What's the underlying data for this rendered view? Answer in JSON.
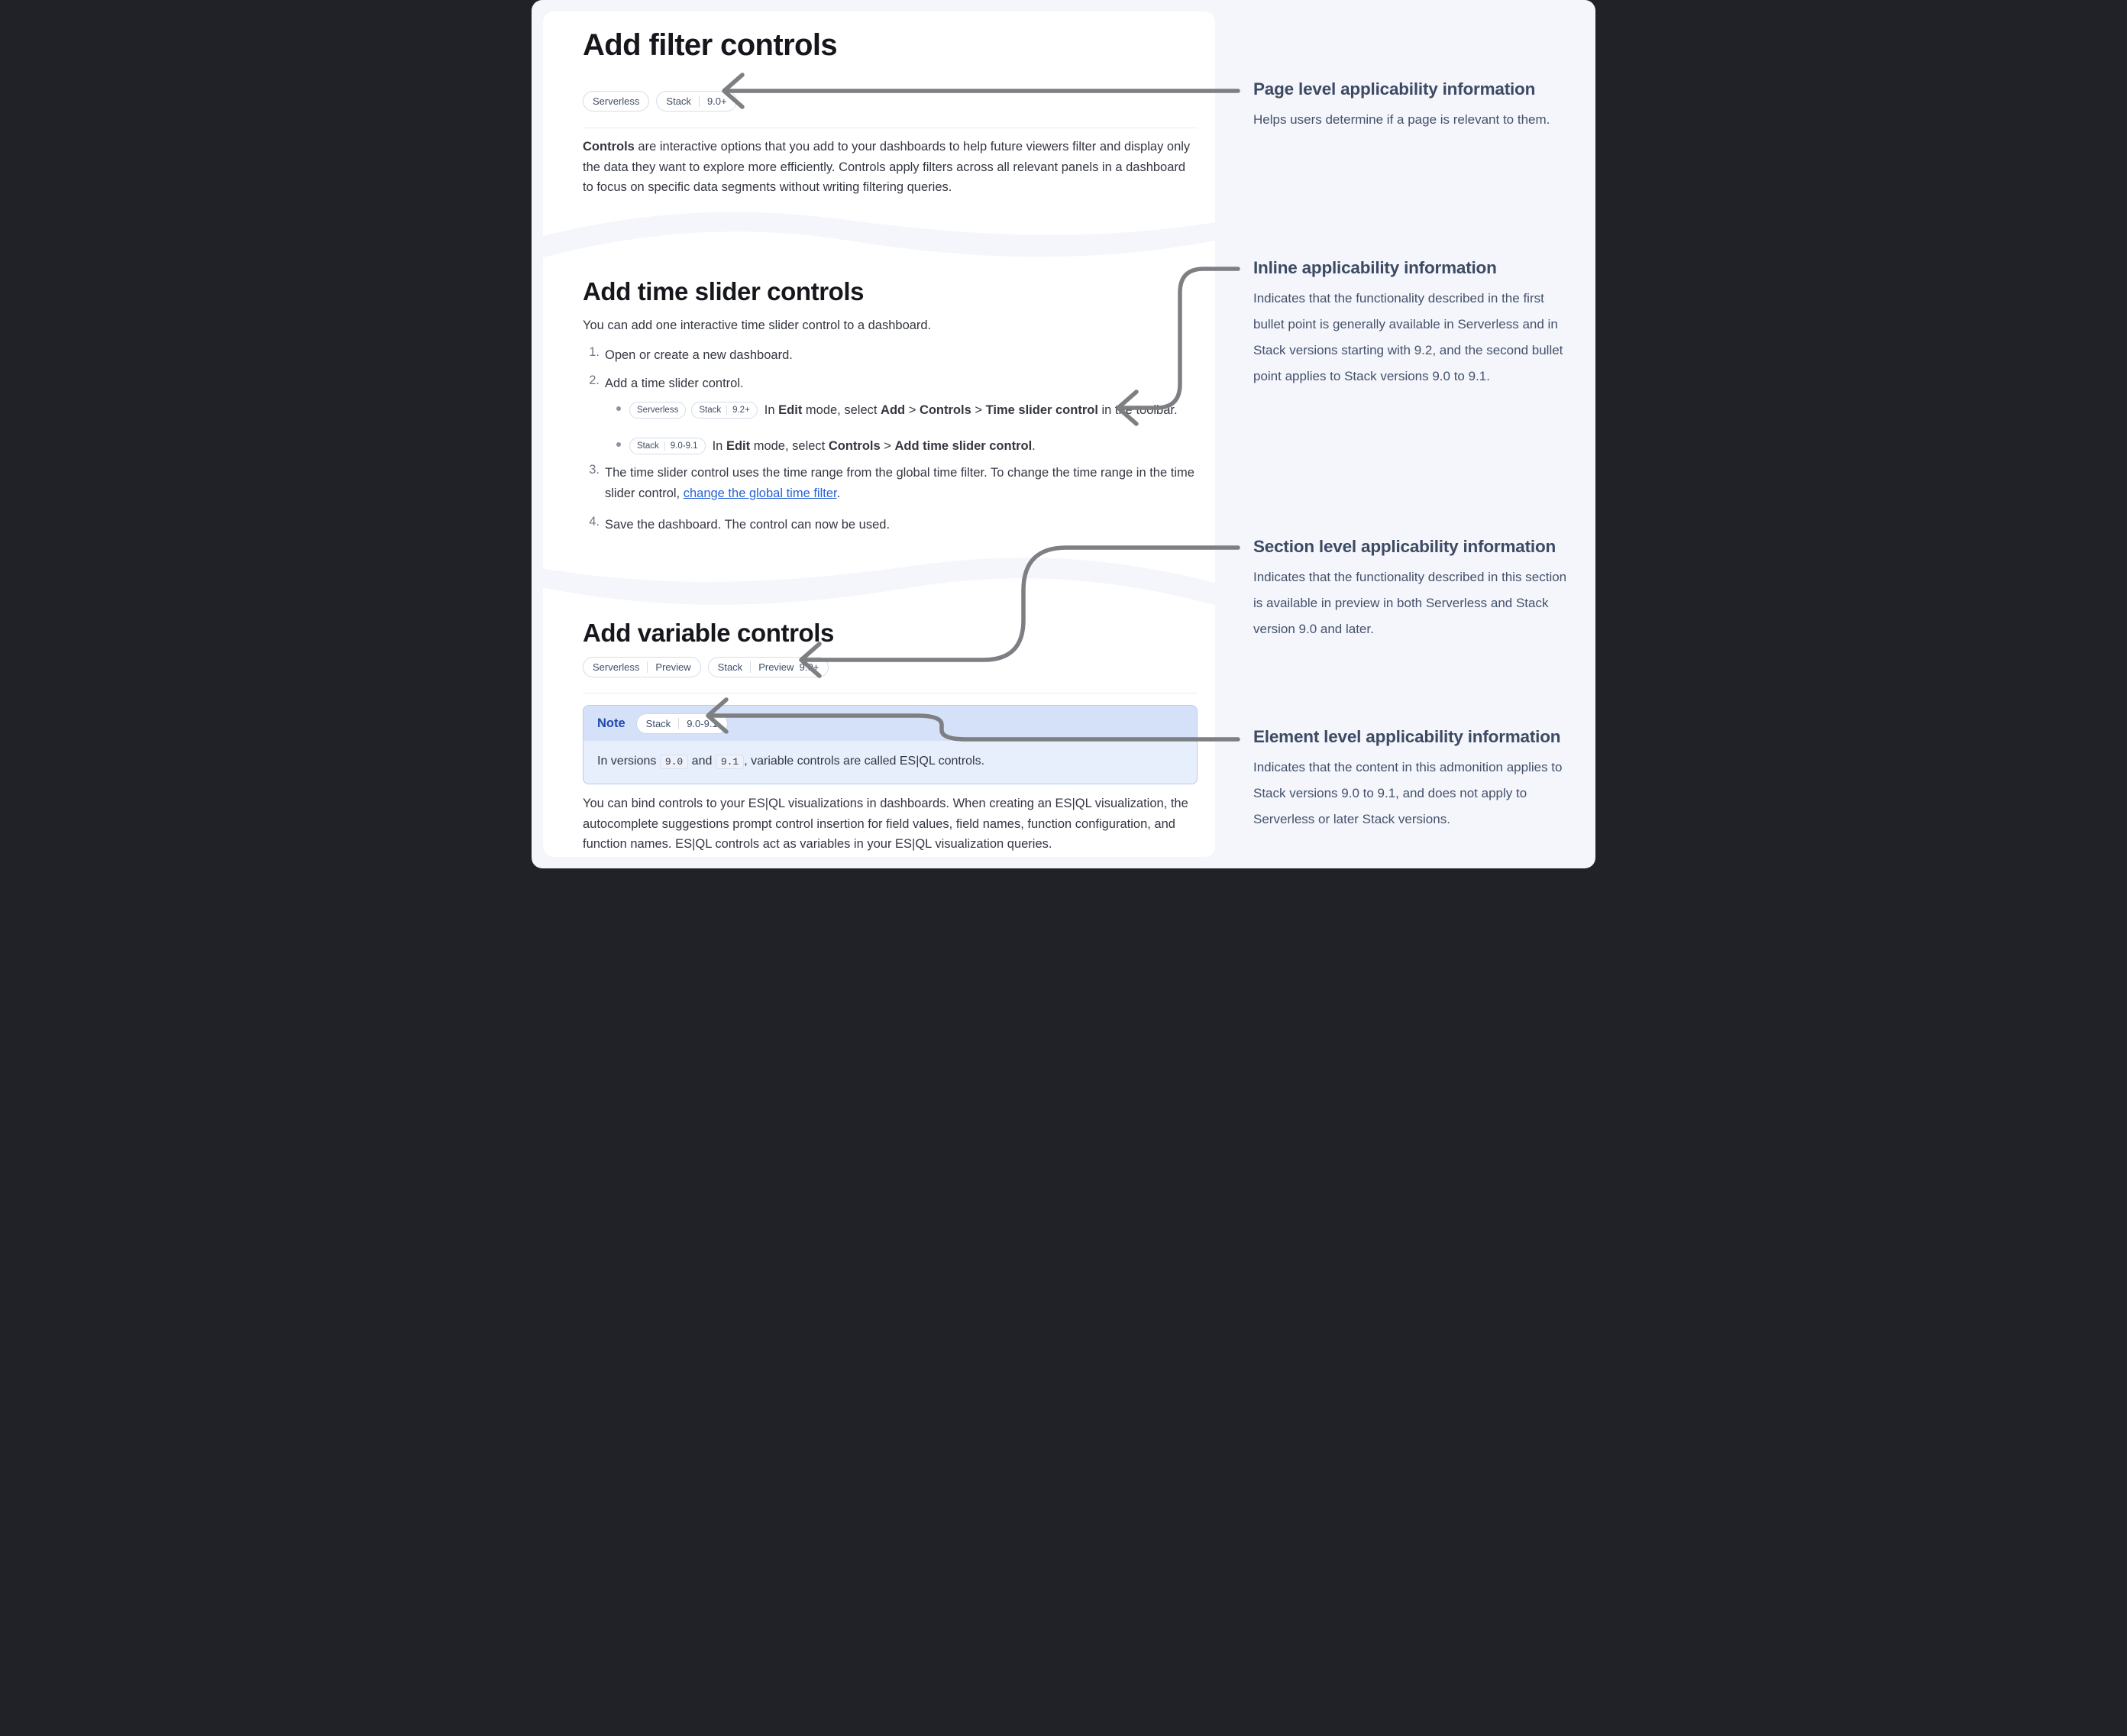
{
  "colors": {
    "page_bg": "#f4f6fb",
    "card_bg": "#ffffff",
    "heading": "#16171c",
    "body_text": "#343741",
    "badge_border": "#d6dde9",
    "badge_text": "#3f4d68",
    "link": "#2563d9",
    "arrow": "#7d7f83",
    "note_header_bg": "#d5e1f9",
    "note_body_bg": "#e7eefc",
    "note_title": "#1e49ad",
    "annotation_heading": "#3d4a63",
    "annotation_body": "#44516b"
  },
  "doc": {
    "filter": {
      "title": "Add filter controls",
      "badges": [
        [
          "Serverless"
        ],
        [
          "Stack",
          "9.0+"
        ]
      ],
      "paragraph": [
        {
          "b": "Controls"
        },
        {
          "t": " are interactive options that you add to your dashboards to help future viewers filter and display only the data they want to explore more efficiently. Controls apply filters across all relevant panels in a dashboard to focus on specific data segments without writing filtering queries."
        }
      ]
    },
    "time_slider": {
      "title": "Add time slider controls",
      "intro": "You can add one interactive time slider control to a dashboard.",
      "step1_num": "1.",
      "step1": [
        {
          "t": "Open or create a new dashboard."
        }
      ],
      "step2_num": "2.",
      "step2": [
        {
          "t": "Add a time slider control."
        }
      ],
      "bullet1_badges": [
        [
          "Serverless"
        ],
        [
          "Stack",
          "9.2+"
        ]
      ],
      "bullet1": [
        {
          "t": "In "
        },
        {
          "b": "Edit"
        },
        {
          "t": " mode, select "
        },
        {
          "b": "Add"
        },
        {
          "t": " > "
        },
        {
          "b": "Controls"
        },
        {
          "t": " > "
        },
        {
          "b": "Time slider control"
        },
        {
          "t": " in the toolbar."
        }
      ],
      "bullet2_badges": [
        [
          "Stack",
          "9.0-9.1"
        ]
      ],
      "bullet2": [
        {
          "t": "In "
        },
        {
          "b": "Edit"
        },
        {
          "t": " mode, select "
        },
        {
          "b": "Controls"
        },
        {
          "t": " > "
        },
        {
          "b": "Add time slider control"
        },
        {
          "t": "."
        }
      ],
      "step3_num": "3.",
      "step3": [
        {
          "t": "The time slider control uses the time range from the global time filter. To change the time range in the time slider control, "
        },
        {
          "link": "change the global time filter"
        },
        {
          "t": "."
        }
      ],
      "step4_num": "4.",
      "step4": [
        {
          "t": "Save the dashboard. The control can now be used."
        }
      ]
    },
    "variable": {
      "title": "Add variable controls",
      "badges": [
        [
          "Serverless",
          "Preview"
        ],
        [
          "Stack",
          "Preview  9.0+"
        ]
      ],
      "note": {
        "title": "Note",
        "badges": [
          [
            "Stack",
            "9.0-9.1"
          ]
        ],
        "body": [
          {
            "t": "In versions "
          },
          {
            "code": "9.0"
          },
          {
            "t": " and "
          },
          {
            "code": "9.1"
          },
          {
            "t": ", variable controls are called ES|QL controls."
          }
        ]
      },
      "paragraph": [
        {
          "t": "You can bind controls to your ES|QL visualizations in dashboards. When creating an ES|QL visualization, the autocomplete suggestions prompt control insertion for field values, field names, function configuration, and function names. ES|QL controls act as variables in your ES|QL visualization queries."
        }
      ]
    }
  },
  "annotations": {
    "page": {
      "title": "Page level applicability information",
      "body": "Helps users determine if a page is relevant to them."
    },
    "inline": {
      "title": "Inline applicability information",
      "body": "Indicates that the functionality described in the first bullet point is generally available in Serverless and in Stack versions starting with 9.2, and the second bullet point applies to Stack versions 9.0 to 9.1."
    },
    "section": {
      "title": "Section level applicability information",
      "body": "Indicates that the functionality described in this section is available in preview in both Serverless and Stack version 9.0 and later."
    },
    "element": {
      "title": "Element level applicability information",
      "body": "Indicates that the content in this admonition applies to Stack versions 9.0 to 9.1, and does not apply to Serverless or later Stack versions."
    }
  }
}
